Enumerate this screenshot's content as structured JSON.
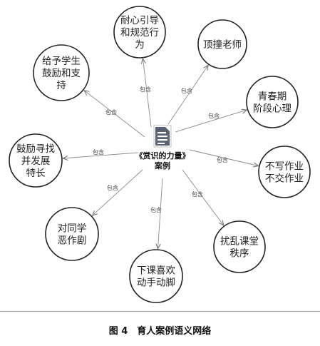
{
  "center": {
    "lines": [
      "《赏识的力量》",
      "案例"
    ],
    "icon": "document-icon"
  },
  "relation_label": "包含",
  "nodes": [
    {
      "id": "n1",
      "lines": [
        "耐心引导",
        "和规范行",
        "为"
      ]
    },
    {
      "id": "n2",
      "lines": [
        "顶撞老师"
      ]
    },
    {
      "id": "n3",
      "lines": [
        "青春期",
        "阶段心理"
      ]
    },
    {
      "id": "n4",
      "lines": [
        "不写作业",
        "不交作业"
      ]
    },
    {
      "id": "n5",
      "lines": [
        "扰乱课堂",
        "秩序"
      ]
    },
    {
      "id": "n6",
      "lines": [
        "下课喜欢",
        "动手动脚"
      ]
    },
    {
      "id": "n7",
      "lines": [
        "对同学",
        "恶作剧"
      ]
    },
    {
      "id": "n8",
      "lines": [
        "鼓励寻找",
        "并发展",
        "特长"
      ]
    },
    {
      "id": "n9",
      "lines": [
        "给予学生",
        "鼓励和支",
        "持"
      ]
    }
  ],
  "caption": "图 4　育人案例语义网络"
}
